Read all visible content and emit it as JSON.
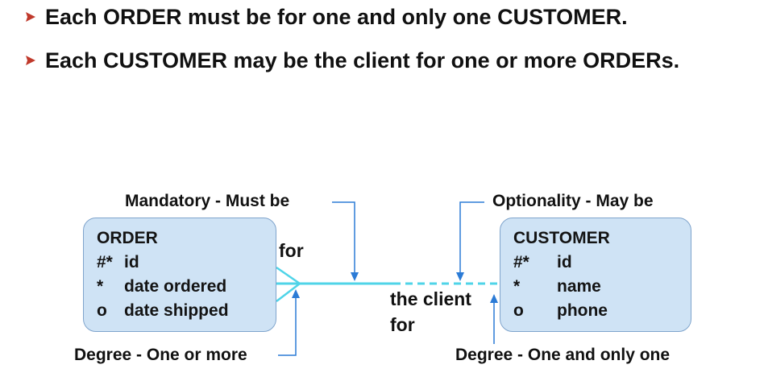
{
  "statements": [
    "Each ORDER must be for one and only one CUSTOMER.",
    "Each CUSTOMER may be the client for one or more ORDERs."
  ],
  "entities": {
    "order": {
      "name": "ORDER",
      "attributes": [
        {
          "flag": "#*",
          "name": "id"
        },
        {
          "flag": "*",
          "name": "date ordered"
        },
        {
          "flag": "o",
          "name": "date shipped"
        }
      ]
    },
    "customer": {
      "name": "CUSTOMER",
      "attributes": [
        {
          "flag": "#*",
          "name": "id"
        },
        {
          "flag": "*",
          "name": "name"
        },
        {
          "flag": "o",
          "name": "phone"
        }
      ]
    }
  },
  "relationship": {
    "order_side_label": "for",
    "customer_side_label_line1": "the client",
    "customer_side_label_line2": "for"
  },
  "annotations": {
    "mandatory": "Mandatory - Must be",
    "optionality": "Optionality - May be",
    "degree_many": "Degree - One or more",
    "degree_one": "Degree - One and only one"
  },
  "colors": {
    "bullet_arrow": "#c0392b",
    "entity_fill": "#cfe3f5",
    "entity_border": "#7fa4cc",
    "relationship_line": "#4fd4e8",
    "pointer": "#2b7bd6",
    "text": "#111111"
  }
}
